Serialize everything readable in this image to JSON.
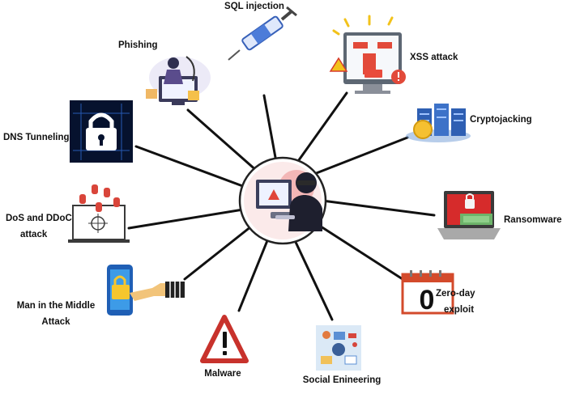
{
  "diagram": {
    "center": {
      "icon": "hacker-at-laptop-icon"
    },
    "attacks": [
      {
        "id": "sql-injection",
        "label": [
          "SQL injection"
        ],
        "icon": "syringe-icon"
      },
      {
        "id": "phishing",
        "label": [
          "Phishing"
        ],
        "icon": "phishing-hook-icon"
      },
      {
        "id": "xss-attack",
        "label": [
          "XSS attack"
        ],
        "icon": "monitor-warning-icon"
      },
      {
        "id": "dns-tunneling",
        "label": [
          "DNS Tunneling"
        ],
        "icon": "padlock-circuit-icon"
      },
      {
        "id": "cryptojacking",
        "label": [
          "Cryptojacking"
        ],
        "icon": "server-coin-icon"
      },
      {
        "id": "dos-ddos",
        "label": [
          "DoS and DDoC",
          "attack"
        ],
        "icon": "bombs-target-icon"
      },
      {
        "id": "ransomware",
        "label": [
          "Ransomware"
        ],
        "icon": "laptop-ransom-icon"
      },
      {
        "id": "mitm",
        "label": [
          "Man in the Middle",
          "Attack"
        ],
        "icon": "phone-lock-hand-icon"
      },
      {
        "id": "zero-day",
        "label": [
          "Zero-day",
          "exploit"
        ],
        "icon": "calendar-zero-icon"
      },
      {
        "id": "malware",
        "label": [
          "Malware"
        ],
        "icon": "warning-triangle-icon"
      },
      {
        "id": "social-engineering",
        "label": [
          "Social Enineering"
        ],
        "icon": "social-collage-icon"
      }
    ]
  }
}
